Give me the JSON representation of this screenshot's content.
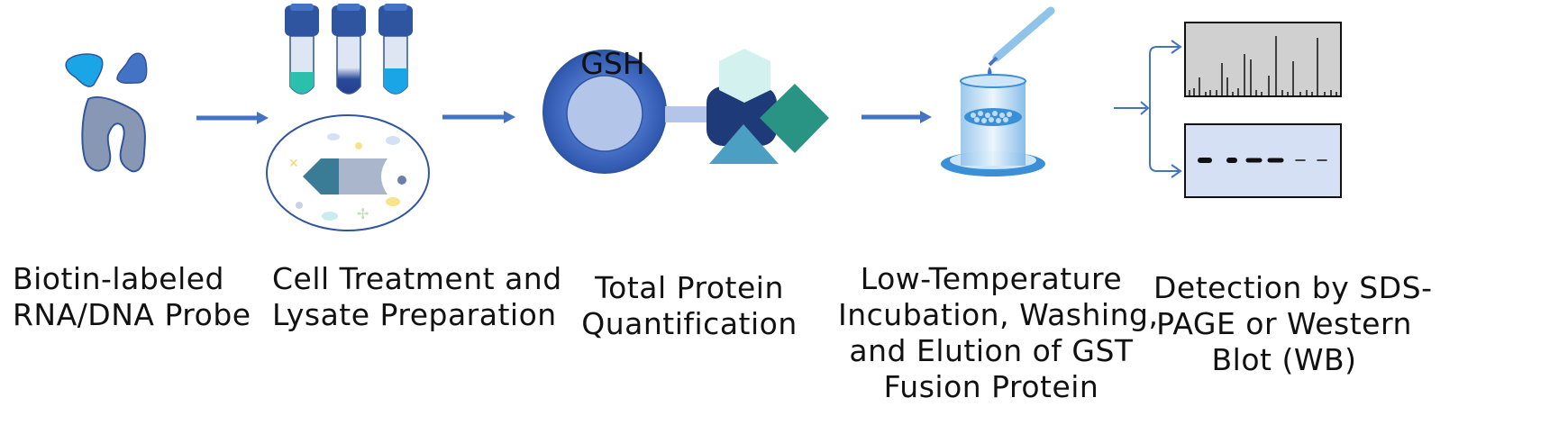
{
  "steps": [
    {
      "id": "probe",
      "lines": [
        "Biotin-labeled",
        "RNA/DNA Probe"
      ]
    },
    {
      "id": "lysate",
      "lines": [
        "Cell Treatment and",
        "Lysate Preparation"
      ]
    },
    {
      "id": "quant",
      "lines": [
        "Total Protein",
        "Quantification"
      ]
    },
    {
      "id": "incubation",
      "lines": [
        "Low-Temperature",
        "Incubation, Washing,",
        "and Elution of GST",
        "Fusion Protein"
      ]
    },
    {
      "id": "detection",
      "lines": [
        "Detection by SDS-",
        "PAGE or Western",
        "Blot (WB)"
      ]
    }
  ],
  "bead_label": "GSH",
  "colors": {
    "arrow": "#4472c4",
    "tube_cap": "#2f55a0",
    "tube_teal": "#2bbfae",
    "tube_navy": "#24408f",
    "tube_sky": "#1aa6e6",
    "bead_outer": "#3a62b8",
    "bead_inner": "#b4c5ea",
    "protein_dark": "#1f3a78",
    "protein_green": "#2a9484",
    "protein_cyan": "#d3f2ef",
    "protein_blue": "#4a9fc2",
    "gel_gray": "#d0d0d0",
    "gel_blue": "#d6e0f5"
  }
}
